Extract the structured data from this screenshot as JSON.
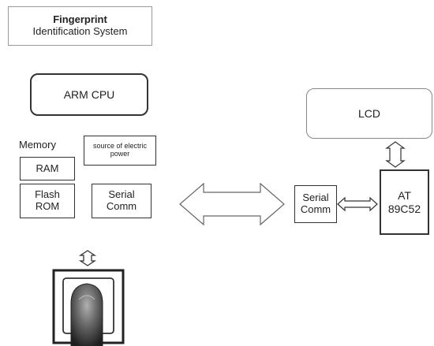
{
  "title": {
    "line1": "Fingerprint",
    "line2": "Identification System"
  },
  "arm_cpu": "ARM CPU",
  "memory_label": "Memory",
  "power_label": "source of electric power",
  "ram_label": "RAM",
  "flash_label": "Flash ROM",
  "serial_left_label": "Serial Comm",
  "lcd_label": "LCD",
  "serial_right_label": "Serial Comm",
  "mcu_label": "AT 89C52",
  "colors": {
    "stroke": "#333333",
    "finger_dark": "#2b2b2b",
    "finger_light": "#9a9a9a"
  }
}
